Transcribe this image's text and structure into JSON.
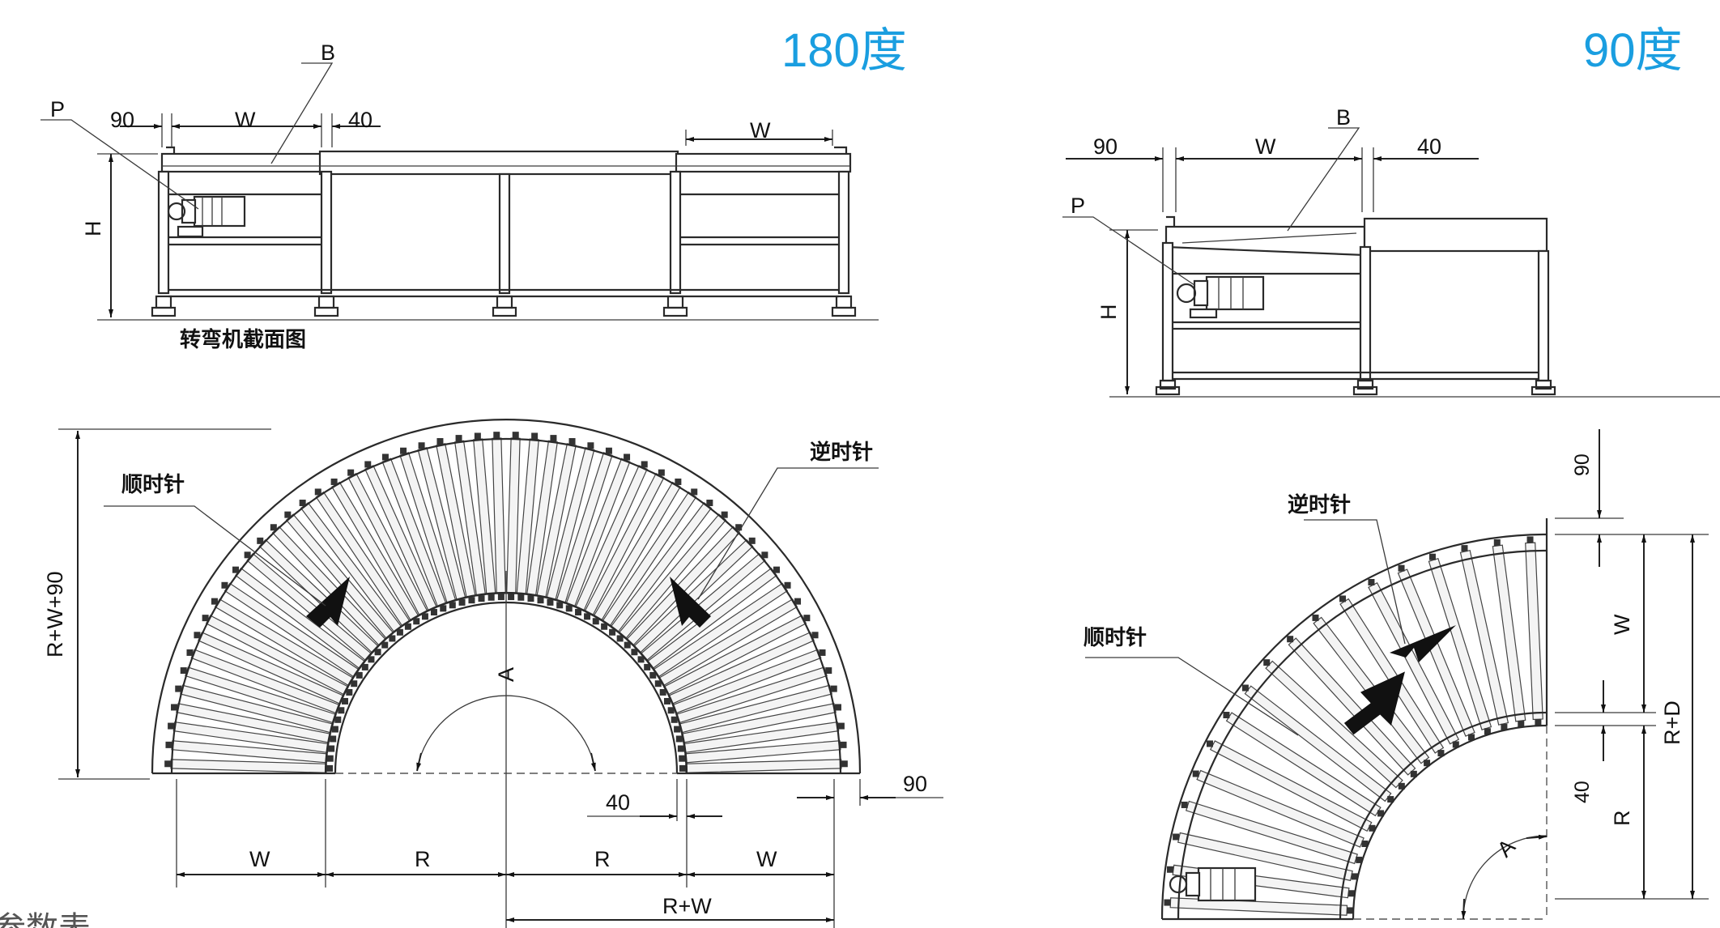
{
  "titles": {
    "left": "180度",
    "right": "90度"
  },
  "section_view_caption": "转弯机截面图",
  "labels": {
    "P": "P",
    "B": "B",
    "H": "H",
    "A": "A",
    "W": "W",
    "R": "R",
    "RW": "R+W",
    "RW90": "R+W+90",
    "RD": "R+D",
    "d90": "90",
    "d40": "40"
  },
  "direction": {
    "clockwise": "顺时针",
    "counterclockwise": "逆时针"
  },
  "footer_text": "参数表"
}
